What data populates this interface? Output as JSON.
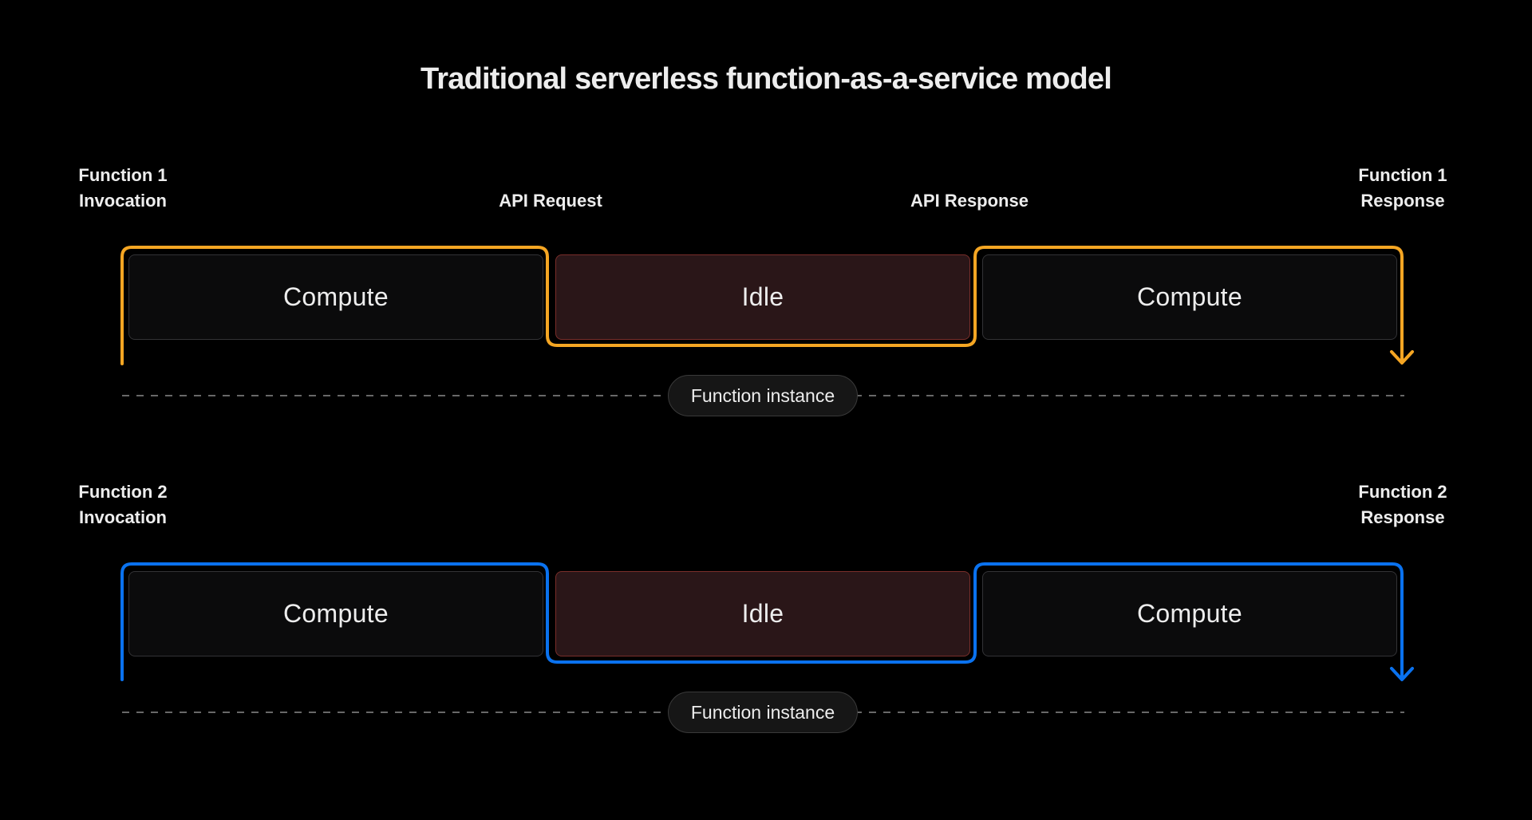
{
  "title": "Traditional serverless function-as-a-service model",
  "colors": {
    "background": "#000000",
    "function1_path": "#F5A623",
    "function2_path": "#0A72EF",
    "idle_fill": "#2A1618",
    "compute_fill": "#0B0B0C"
  },
  "rows": [
    {
      "invocation": [
        "Function 1",
        "Invocation"
      ],
      "response": [
        "Function 1",
        "Response"
      ],
      "api_request": "API Request",
      "api_response": "API Response",
      "segments": [
        "Compute",
        "Idle",
        "Compute"
      ],
      "instance_label": "Function instance"
    },
    {
      "invocation": [
        "Function 2",
        "Invocation"
      ],
      "response": [
        "Function 2",
        "Response"
      ],
      "segments": [
        "Compute",
        "Idle",
        "Compute"
      ],
      "instance_label": "Function instance"
    }
  ]
}
